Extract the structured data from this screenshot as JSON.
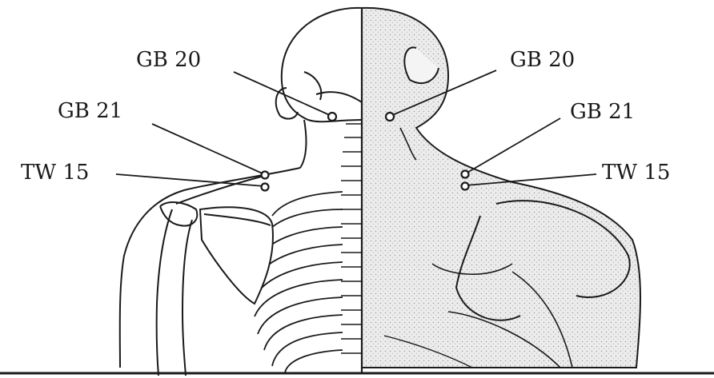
{
  "labels": {
    "left_gb20": "GB 20",
    "left_gb21": "GB 21",
    "left_tw15": "TW 15",
    "right_gb20": "GB 20",
    "right_gb21": "GB 21",
    "right_tw15": "TW 15"
  },
  "colors": {
    "ink": "#1a1a1a",
    "muscle_fill": "#e2e2e2",
    "background": "#ffffff"
  }
}
